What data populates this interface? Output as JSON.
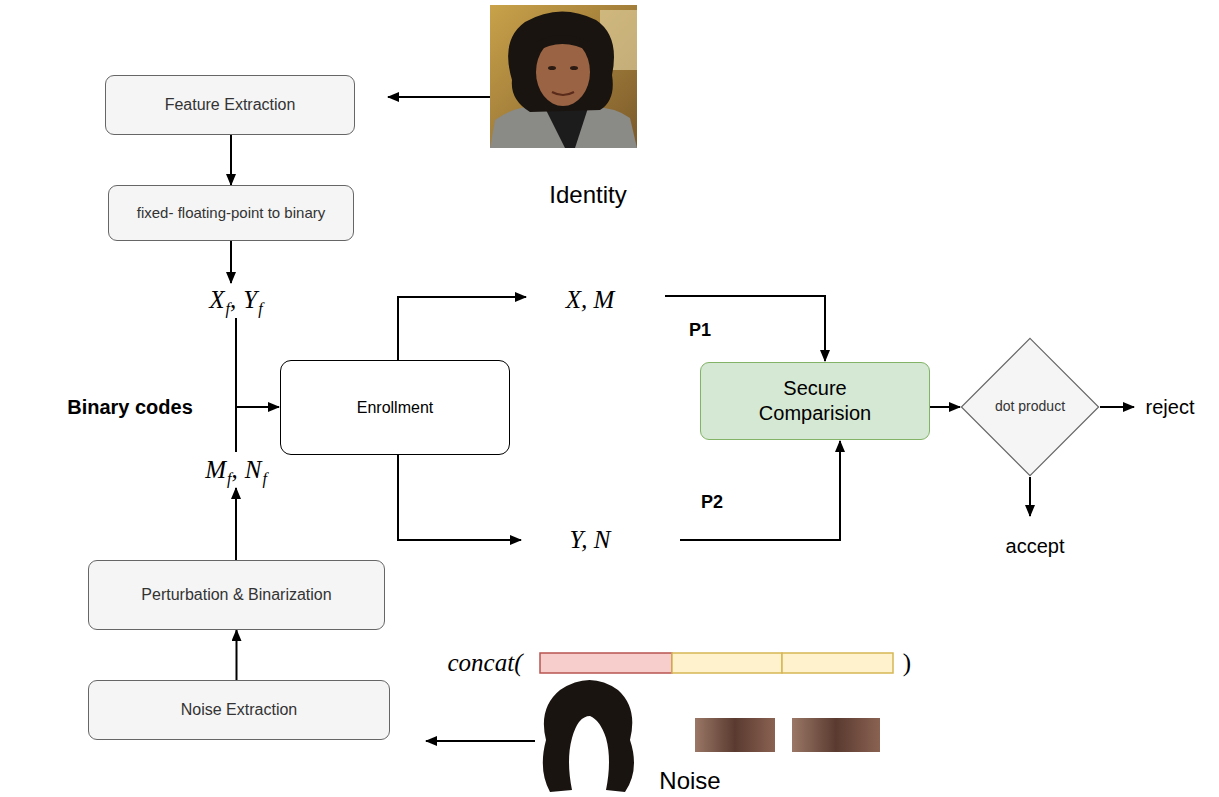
{
  "diagram": {
    "nodes": [
      {
        "text": [
          "Feature Extraction"
        ]
      },
      {
        "text": [
          "fixed- floating-point to binary"
        ]
      },
      {
        "text": [
          "Enrollment"
        ]
      },
      {
        "text": [
          "Secure Comparision"
        ]
      },
      {
        "text": [
          "dot product"
        ]
      },
      {
        "text": [
          "Perturbation & Binarization"
        ]
      },
      {
        "text": [
          "Noise Extraction"
        ]
      }
    ],
    "edges": [
      {
        "from": 0,
        "to": 1,
        "arrow": "to"
      },
      {
        "from": 6,
        "to": 5,
        "arrow": "to"
      },
      {
        "from": 3,
        "to": 4,
        "arrow": "to"
      }
    ],
    "labels": [
      "Identity",
      "X",
      "f",
      ",",
      "Y",
      "f",
      "Binary codes",
      "M",
      "f",
      ",",
      "N",
      "f",
      "X, M",
      "P1",
      "Y, N",
      "P2",
      "concat(",
      ")",
      "Noise",
      "reject",
      "accept"
    ]
  }
}
